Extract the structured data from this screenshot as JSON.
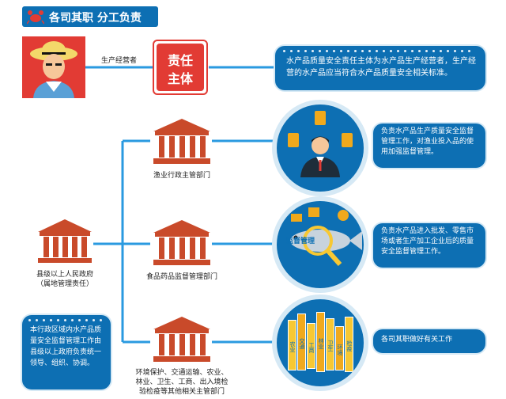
{
  "header": {
    "title": "各司其职 分工负责"
  },
  "producer": {
    "label": "生产经营者"
  },
  "responsibility": {
    "badge_line1": "责任",
    "badge_line2": "主体"
  },
  "panel_top": {
    "text": "水产品质量安全责任主体为水产品生产经营者，生产经营的水产品应当符合水产品质量安全相关标准。"
  },
  "gov": {
    "line1": "县级以上人民政府",
    "line2": "（属地管理责任）"
  },
  "departments": [
    {
      "label": "渔业行政主管部门"
    },
    {
      "label": "食品药品监督管理部门"
    },
    {
      "label_line1": "环境保护、交通运输、农业、",
      "label_line2": "林业、卫生、工商、出入境检",
      "label_line3": "验检疫等其他相关主管部门"
    }
  ],
  "right_items": [
    {
      "text": "负责水产品生产质量安全监督管理工作，对渔业投入品的使用加强监督管理。"
    },
    {
      "text": "负责水产品进入批发、零售市场或者生产加工企业后的质量安全监督管理工作。",
      "fish_tag": "监督管理"
    },
    {
      "text": "各司其职做好有关工作",
      "tiles": [
        "农业",
        "交通",
        "工商",
        "林业",
        "卫生",
        "环境",
        "检疫"
      ]
    }
  ],
  "panel_left": {
    "text": "本行政区域内水产品质量安全监督管理工作由县级以上政府负责统一领导、组织、协调。"
  },
  "colors": {
    "blue": "#0d6fb3",
    "accent": "#2a9ae0",
    "red": "#e23b34",
    "brick": "#c94a2a",
    "yellow": "#f7c833"
  }
}
